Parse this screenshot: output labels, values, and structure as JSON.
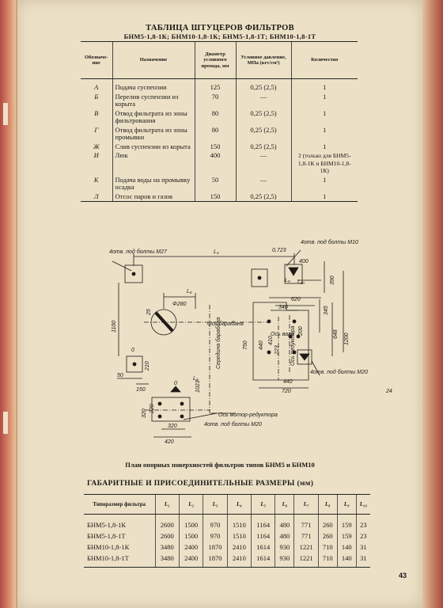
{
  "table1": {
    "title": "ТАБЛИЦА ШТУЦЕРОВ ФИЛЬТРОВ",
    "subtitle": "БНМ5-1,8-1К; БНМ10-1,8-1К; БНМ5-1,8-1Т; БНМ10-1,8-1Т",
    "headers": [
      "Обозначе-ние",
      "Назначение",
      "Диаметр условного прохода, мм",
      "Условное давление, МПа (кгс/см²)",
      "Количество"
    ],
    "rows": [
      [
        "А",
        "Подача суспензии",
        "125",
        "0,25 (2,5)",
        "1"
      ],
      [
        "Б",
        "Перелив суспензии из корыта",
        "70",
        "—",
        "1"
      ],
      [
        "В",
        "Отвод фильтрата из зоны фильтрования",
        "80",
        "0,25 (2,5)",
        "1"
      ],
      [
        "Г",
        "Отвод фильтрата из зоны промывки",
        "80",
        "0,25 (2,5)",
        "1"
      ],
      [
        "Ж",
        "Слив суспензии из корыта",
        "150",
        "0,25 (2,5)",
        "1"
      ],
      [
        "И",
        "Люк",
        "400",
        "—",
        "2 (только для БНМ5-1,8-1К и БНМ10-1,8-1К)"
      ],
      [
        "К",
        "Подача воды на промывку осадка",
        "50",
        "—",
        "1"
      ],
      [
        "Л",
        "Отсос паров и газов",
        "150",
        "0,25 (2,5)",
        "1"
      ]
    ]
  },
  "drawing": {
    "labels": {
      "l4": "L₄",
      "l6": "L₆",
      "l8": "L₈",
      "l9": "L₉",
      "l10": "L₁₀",
      "d280": "Φ280",
      "axis_drum": "Ось барабана",
      "axis_drum_vert": "Середина барабана",
      "axis_shaft": "Ось вала",
      "axis_reducer": "Ось редуктора",
      "axis_motor": "Ось мотор-редуктора",
      "holes_m27": "4отв. под болты М27",
      "holes_m10": "4отв. под болты М10",
      "holes_m20_a": "4отв. под болты М20",
      "holes_m20_b": "4отв. под болты М20",
      "d0723": "0,723",
      "d400": "400",
      "d390": "390",
      "d620": "620",
      "d340": "340",
      "d345": "345",
      "d648": "648",
      "d1200": "1200",
      "d200": "200",
      "d440a": "440",
      "d440b": "440",
      "d720": "720",
      "d750": "750",
      "d410": "410",
      "d223": "223",
      "d1100": "1100",
      "d1023": "1023",
      "d25": "25",
      "d210": "210",
      "d50": "50",
      "d150": "150",
      "d320a": "320",
      "d320b": "320",
      "d220": "220",
      "d420": "420",
      "d0a": "0",
      "d0b": "0",
      "d24": "24"
    }
  },
  "caption": "План опорных поверхностей фильтров типов БНМ5 и БНМ10",
  "table2": {
    "title": "ГАБАРИТНЫЕ И ПРИСОЕДИНИТЕЛЬНЫЕ РАЗМЕРЫ (мм)",
    "headers": [
      "Типоразмер фильтра",
      "L₁",
      "L₂",
      "L₃",
      "L₄",
      "L₅",
      "L₆",
      "L₇",
      "L₈",
      "L₉",
      "L₁₀"
    ],
    "rows": [
      [
        "БНМ5-1,8-1К",
        "2600",
        "1500",
        "970",
        "1510",
        "1164",
        "480",
        "771",
        "260",
        "159",
        "23"
      ],
      [
        "БНМ5-1,8-1Т",
        "2600",
        "1500",
        "970",
        "1510",
        "1164",
        "480",
        "771",
        "260",
        "159",
        "23"
      ],
      [
        "БНМ10-1,8-1К",
        "3480",
        "2400",
        "1870",
        "2410",
        "1614",
        "930",
        "1221",
        "710",
        "140",
        "31"
      ],
      [
        "БНМ10-1,8-1Т",
        "3480",
        "2400",
        "1870",
        "2410",
        "1614",
        "930",
        "1221",
        "710",
        "140",
        "31"
      ]
    ]
  },
  "page_number": "43"
}
